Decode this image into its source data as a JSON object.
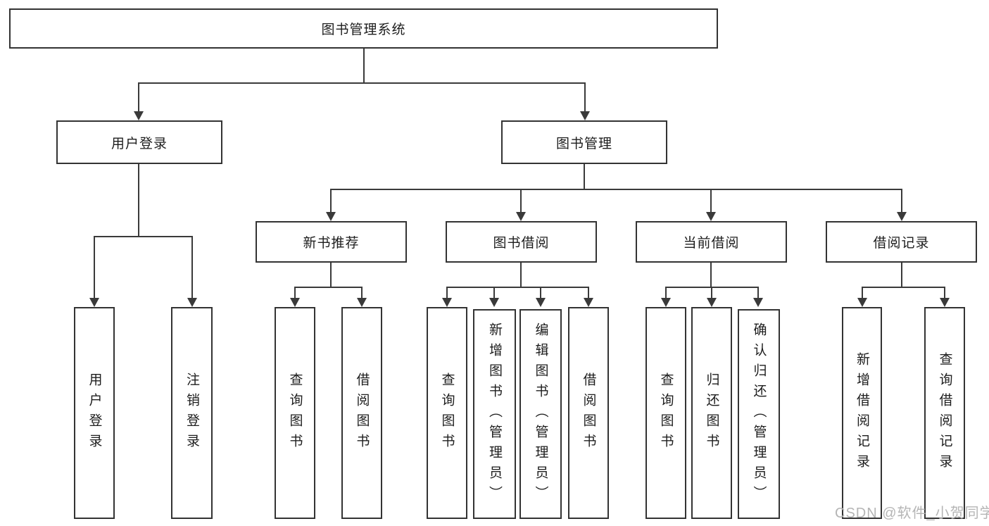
{
  "colors": {
    "line": "#3a3a3a",
    "box_border": "#333333",
    "text": "#1d1d1d",
    "watermark": "#b5b5b5",
    "background": "#ffffff"
  },
  "root": {
    "label": "图书管理系统"
  },
  "branches": {
    "user_login": {
      "label": "用户登录",
      "children": {
        "login": {
          "label": "用户登录"
        },
        "logout": {
          "label": "注销登录"
        }
      }
    },
    "book_mgmt": {
      "label": "图书管理",
      "sections": {
        "new_books": {
          "label": "新书推荐",
          "children": {
            "query_books": {
              "label": "查询图书"
            },
            "borrow_books": {
              "label": "借阅图书"
            }
          }
        },
        "book_borrow": {
          "label": "图书借阅",
          "children": {
            "query_books": {
              "label": "查询图书"
            },
            "add_books": {
              "label": "新增图书（管理员）"
            },
            "edit_books": {
              "label": "编辑图书（管理员）"
            },
            "borrow_books": {
              "label": "借阅图书"
            }
          }
        },
        "current_borrow": {
          "label": "当前借阅",
          "children": {
            "query_books": {
              "label": "查询图书"
            },
            "return_books": {
              "label": "归还图书"
            },
            "confirm_return": {
              "label": "确认归还（管理员）"
            }
          }
        },
        "borrow_records": {
          "label": "借阅记录",
          "children": {
            "add_record": {
              "label": "新增借阅记录"
            },
            "query_record": {
              "label": "查询借阅记录"
            }
          }
        }
      }
    }
  },
  "watermark": {
    "text": "CSDN @软件_小贺同学"
  }
}
